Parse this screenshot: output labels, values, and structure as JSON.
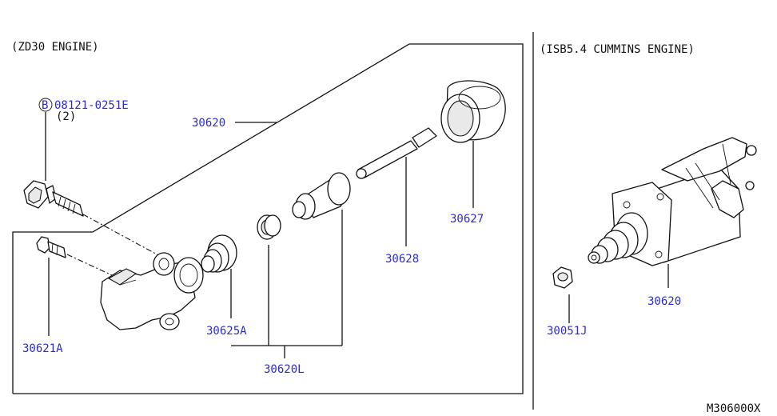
{
  "sections": {
    "left_title": "(ZD30 ENGINE)",
    "right_title": "(ISB5.4 CUMMINS ENGINE)"
  },
  "bolt_callout": {
    "symbol": "B",
    "part_number": "08121-0251E",
    "quantity": "(2)"
  },
  "labels": {
    "p30620_left": "30620",
    "p30627": "30627",
    "p30628": "30628",
    "p30625A": "30625A",
    "p30620L": "30620L",
    "p30621A": "30621A",
    "p30051J": "30051J",
    "p30620_right": "30620"
  },
  "figure_code": "M306000X",
  "colors": {
    "label": "#2b2bd0",
    "line": "#111111"
  }
}
